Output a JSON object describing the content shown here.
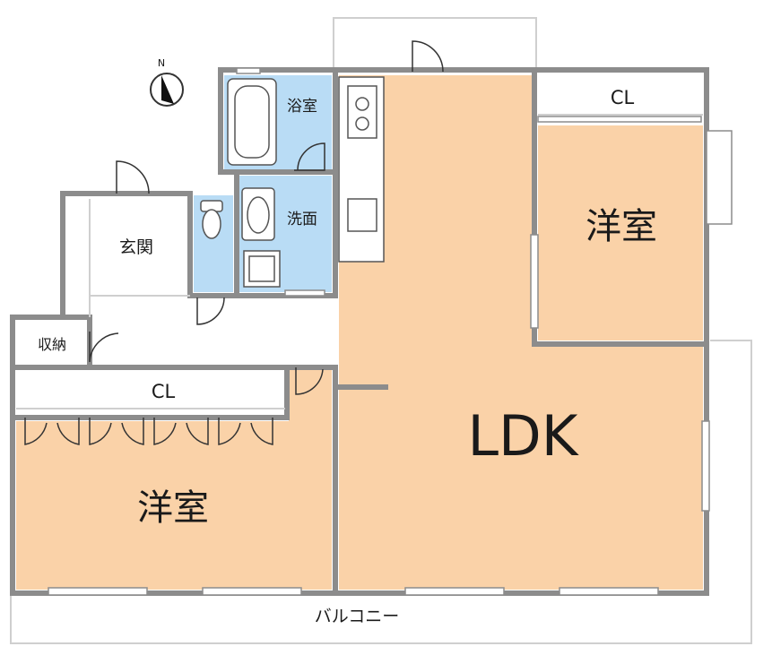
{
  "compass": {
    "north_label": "N",
    "icon": "north-arrow-icon"
  },
  "rooms": {
    "bathroom": "浴室",
    "washroom": "洗面",
    "entrance": "玄関",
    "storage": "収納",
    "closet_bedroom_1": "CL",
    "bedroom_1": "洋室",
    "closet_bedroom_2": "CL",
    "bedroom_2": "洋室",
    "ldk": "LDK"
  },
  "balcony_label": "バルコニー",
  "colors": {
    "living": "#fad2a8",
    "wet": "#b9dcf5",
    "wall": "#8c8c8c",
    "outline": "#cfcfcf",
    "white": "#ffffff"
  }
}
